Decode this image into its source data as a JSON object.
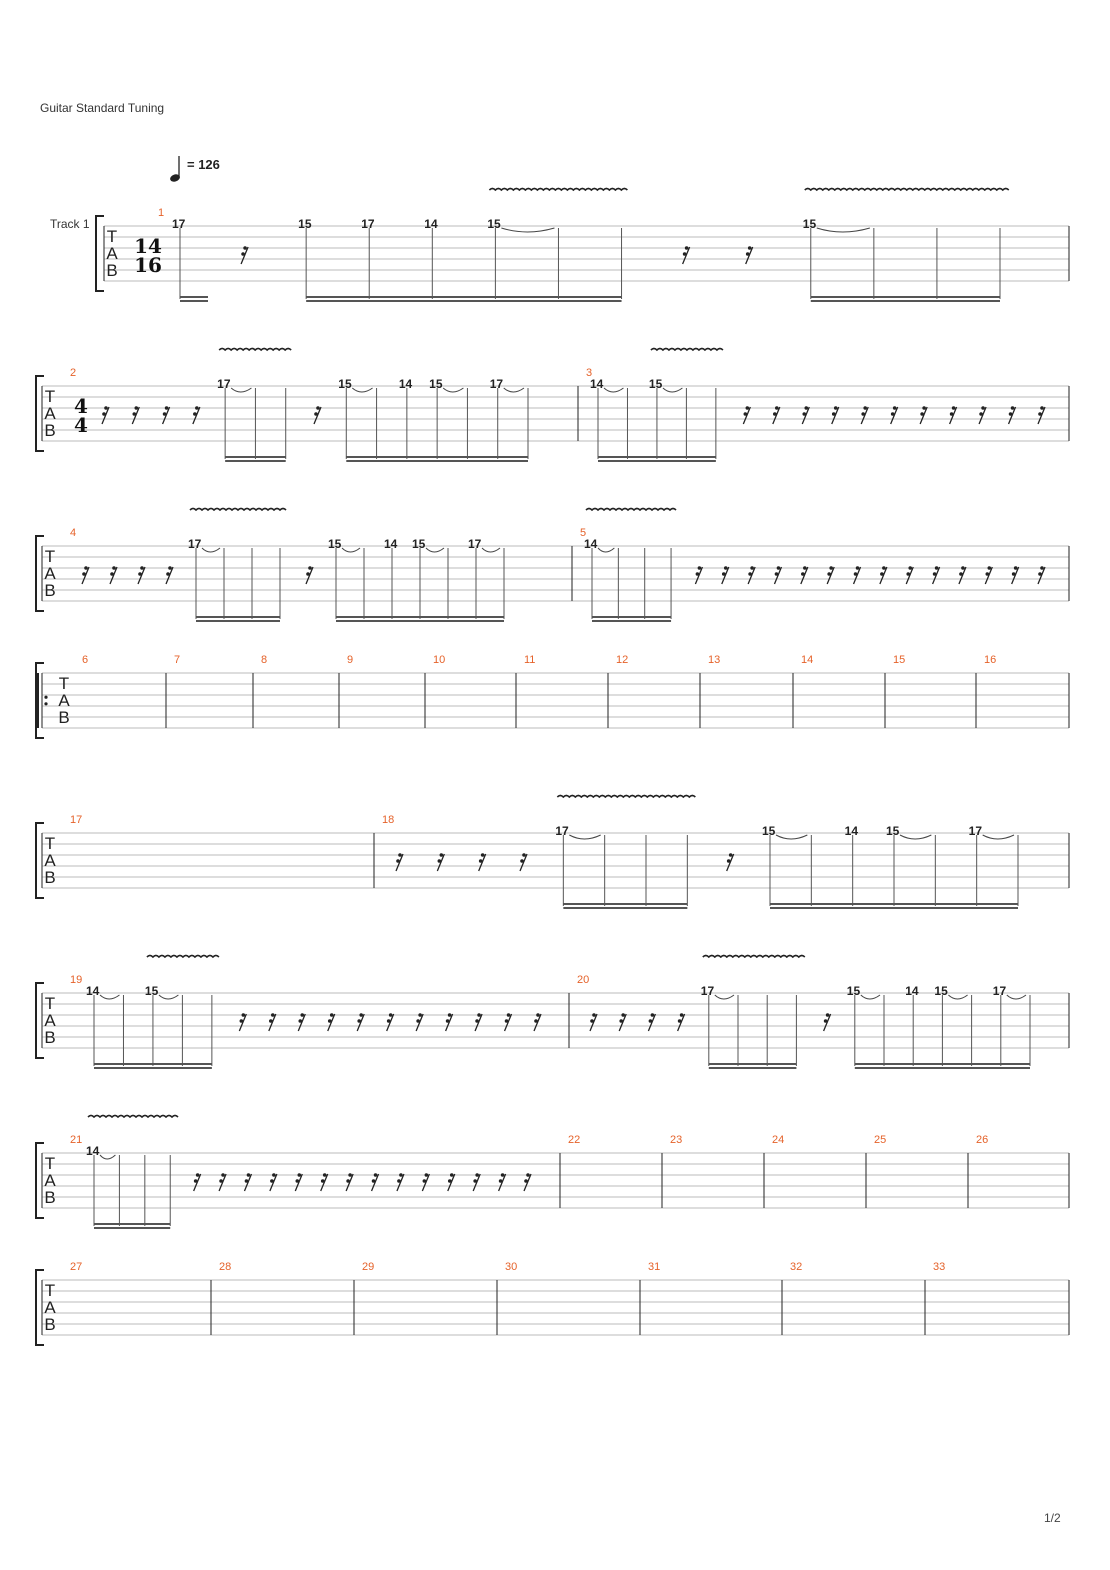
{
  "header": {
    "tuning": "Guitar Standard Tuning",
    "tempo": "= 126",
    "track_name": "Track 1",
    "page": "1/2"
  },
  "tab_letters": [
    "T",
    "A",
    "B"
  ],
  "time_signatures": [
    {
      "measure": 1,
      "top": "14",
      "bottom": "16"
    },
    {
      "measure": 2,
      "top": "4",
      "bottom": "4"
    }
  ],
  "systems": [
    {
      "first_measure": 1,
      "measures": [
        {
          "number": "1",
          "events": [
            {
              "type": "note",
              "fret": "17"
            },
            {
              "type": "rest"
            },
            {
              "type": "note",
              "fret": "15"
            },
            {
              "type": "note",
              "fret": "17"
            },
            {
              "type": "note",
              "fret": "14"
            },
            {
              "type": "note",
              "fret": "15",
              "vibrato": true,
              "tie": true
            },
            {
              "type": "tied"
            },
            {
              "type": "tied"
            },
            {
              "type": "rest"
            },
            {
              "type": "rest"
            },
            {
              "type": "note",
              "fret": "15",
              "vibrato": true,
              "tie": true
            },
            {
              "type": "tied"
            },
            {
              "type": "tied"
            },
            {
              "type": "tied"
            }
          ]
        }
      ]
    },
    {
      "first_measure": 2,
      "measures": [
        {
          "number": "2",
          "events": [
            {
              "type": "rest"
            },
            {
              "type": "rest"
            },
            {
              "type": "rest"
            },
            {
              "type": "rest"
            },
            {
              "type": "note",
              "fret": "17",
              "vibrato": true,
              "tie": true
            },
            {
              "type": "tied"
            },
            {
              "type": "tied"
            },
            {
              "type": "rest"
            },
            {
              "type": "note",
              "fret": "15",
              "tie": true
            },
            {
              "type": "tied"
            },
            {
              "type": "note",
              "fret": "14"
            },
            {
              "type": "note",
              "fret": "15",
              "tie": true
            },
            {
              "type": "tied"
            },
            {
              "type": "note",
              "fret": "17",
              "tie": true
            },
            {
              "type": "tied"
            }
          ]
        },
        {
          "number": "3",
          "events": [
            {
              "type": "note",
              "fret": "14",
              "tie": true
            },
            {
              "type": "tied"
            },
            {
              "type": "note",
              "fret": "15",
              "vibrato": true,
              "tie": true
            },
            {
              "type": "tied"
            },
            {
              "type": "tied"
            },
            {
              "type": "rest"
            },
            {
              "type": "rest"
            },
            {
              "type": "rest"
            },
            {
              "type": "rest"
            },
            {
              "type": "rest"
            },
            {
              "type": "rest"
            },
            {
              "type": "rest"
            },
            {
              "type": "rest"
            },
            {
              "type": "rest"
            },
            {
              "type": "rest"
            },
            {
              "type": "rest"
            }
          ]
        }
      ]
    },
    {
      "first_measure": 4,
      "measures": [
        {
          "number": "4",
          "events": [
            {
              "type": "rest"
            },
            {
              "type": "rest"
            },
            {
              "type": "rest"
            },
            {
              "type": "rest"
            },
            {
              "type": "note",
              "fret": "17",
              "vibrato": true,
              "tie": true
            },
            {
              "type": "tied"
            },
            {
              "type": "tied"
            },
            {
              "type": "tied"
            },
            {
              "type": "rest"
            },
            {
              "type": "note",
              "fret": "15",
              "tie": true
            },
            {
              "type": "tied"
            },
            {
              "type": "note",
              "fret": "14"
            },
            {
              "type": "note",
              "fret": "15",
              "tie": true
            },
            {
              "type": "tied"
            },
            {
              "type": "note",
              "fret": "17",
              "tie": true
            },
            {
              "type": "tied"
            }
          ]
        },
        {
          "number": "5",
          "events": [
            {
              "type": "note",
              "fret": "14",
              "vibrato": true,
              "tie": true
            },
            {
              "type": "tied"
            },
            {
              "type": "tied"
            },
            {
              "type": "tied"
            },
            {
              "type": "rest"
            },
            {
              "type": "rest"
            },
            {
              "type": "rest"
            },
            {
              "type": "rest"
            },
            {
              "type": "rest"
            },
            {
              "type": "rest"
            },
            {
              "type": "rest"
            },
            {
              "type": "rest"
            },
            {
              "type": "rest"
            },
            {
              "type": "rest"
            },
            {
              "type": "rest"
            },
            {
              "type": "rest"
            },
            {
              "type": "rest"
            },
            {
              "type": "rest"
            }
          ]
        }
      ]
    },
    {
      "first_measure": 6,
      "repeat_start": true,
      "measures": [
        {
          "number": "6",
          "events": []
        },
        {
          "number": "7",
          "events": []
        },
        {
          "number": "8",
          "events": []
        },
        {
          "number": "9",
          "events": []
        },
        {
          "number": "10",
          "events": []
        },
        {
          "number": "11",
          "events": []
        },
        {
          "number": "12",
          "events": []
        },
        {
          "number": "13",
          "events": []
        },
        {
          "number": "14",
          "events": []
        },
        {
          "number": "15",
          "events": []
        },
        {
          "number": "16",
          "events": []
        }
      ]
    },
    {
      "first_measure": 17,
      "measures": [
        {
          "number": "17",
          "events": []
        },
        {
          "number": "18",
          "events": [
            {
              "type": "rest"
            },
            {
              "type": "rest"
            },
            {
              "type": "rest"
            },
            {
              "type": "rest"
            },
            {
              "type": "note",
              "fret": "17",
              "vibrato": true,
              "tie": true
            },
            {
              "type": "tied"
            },
            {
              "type": "tied"
            },
            {
              "type": "tied"
            },
            {
              "type": "rest"
            },
            {
              "type": "note",
              "fret": "15",
              "tie": true
            },
            {
              "type": "tied"
            },
            {
              "type": "note",
              "fret": "14"
            },
            {
              "type": "note",
              "fret": "15",
              "tie": true
            },
            {
              "type": "tied"
            },
            {
              "type": "note",
              "fret": "17",
              "tie": true
            },
            {
              "type": "tied"
            }
          ]
        }
      ]
    },
    {
      "first_measure": 19,
      "measures": [
        {
          "number": "19",
          "events": [
            {
              "type": "note",
              "fret": "14",
              "tie": true
            },
            {
              "type": "tied"
            },
            {
              "type": "note",
              "fret": "15",
              "vibrato": true,
              "tie": true
            },
            {
              "type": "tied"
            },
            {
              "type": "tied"
            },
            {
              "type": "rest"
            },
            {
              "type": "rest"
            },
            {
              "type": "rest"
            },
            {
              "type": "rest"
            },
            {
              "type": "rest"
            },
            {
              "type": "rest"
            },
            {
              "type": "rest"
            },
            {
              "type": "rest"
            },
            {
              "type": "rest"
            },
            {
              "type": "rest"
            },
            {
              "type": "rest"
            }
          ]
        },
        {
          "number": "20",
          "events": [
            {
              "type": "rest"
            },
            {
              "type": "rest"
            },
            {
              "type": "rest"
            },
            {
              "type": "rest"
            },
            {
              "type": "note",
              "fret": "17",
              "vibrato": true,
              "tie": true
            },
            {
              "type": "tied"
            },
            {
              "type": "tied"
            },
            {
              "type": "tied"
            },
            {
              "type": "rest"
            },
            {
              "type": "note",
              "fret": "15",
              "tie": true
            },
            {
              "type": "tied"
            },
            {
              "type": "note",
              "fret": "14"
            },
            {
              "type": "note",
              "fret": "15",
              "tie": true
            },
            {
              "type": "tied"
            },
            {
              "type": "note",
              "fret": "17",
              "tie": true
            },
            {
              "type": "tied"
            }
          ]
        }
      ]
    },
    {
      "first_measure": 21,
      "measures": [
        {
          "number": "21",
          "events": [
            {
              "type": "note",
              "fret": "14",
              "vibrato": true,
              "tie": true
            },
            {
              "type": "tied"
            },
            {
              "type": "tied"
            },
            {
              "type": "tied"
            },
            {
              "type": "rest"
            },
            {
              "type": "rest"
            },
            {
              "type": "rest"
            },
            {
              "type": "rest"
            },
            {
              "type": "rest"
            },
            {
              "type": "rest"
            },
            {
              "type": "rest"
            },
            {
              "type": "rest"
            },
            {
              "type": "rest"
            },
            {
              "type": "rest"
            },
            {
              "type": "rest"
            },
            {
              "type": "rest"
            },
            {
              "type": "rest"
            },
            {
              "type": "rest"
            }
          ]
        },
        {
          "number": "22",
          "events": []
        },
        {
          "number": "23",
          "events": []
        },
        {
          "number": "24",
          "events": []
        },
        {
          "number": "25",
          "events": []
        },
        {
          "number": "26",
          "events": []
        }
      ]
    },
    {
      "first_measure": 27,
      "measures": [
        {
          "number": "27",
          "events": []
        },
        {
          "number": "28",
          "events": []
        },
        {
          "number": "29",
          "events": []
        },
        {
          "number": "30",
          "events": []
        },
        {
          "number": "31",
          "events": []
        },
        {
          "number": "32",
          "events": []
        },
        {
          "number": "33",
          "events": []
        }
      ]
    }
  ]
}
